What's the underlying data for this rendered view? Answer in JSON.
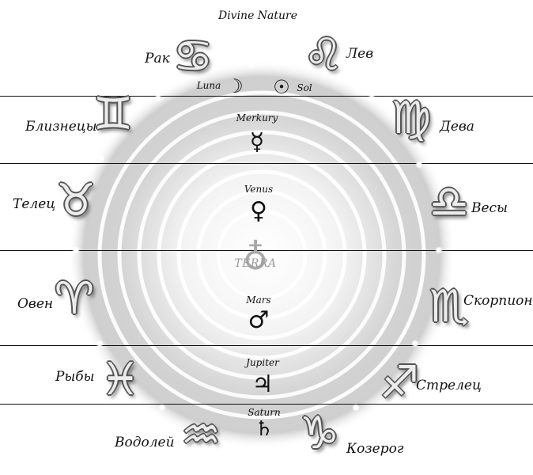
{
  "title": "Divine Nature",
  "zodiac": [
    {
      "key": "cancer",
      "label": "Рак",
      "glyph": "♋"
    },
    {
      "key": "leo",
      "label": "Лев",
      "glyph": "♌"
    },
    {
      "key": "gemini",
      "label": "Близнецы",
      "glyph": "♊"
    },
    {
      "key": "virgo",
      "label": "Дева",
      "glyph": "♍"
    },
    {
      "key": "taurus",
      "label": "Телец",
      "glyph": "♉"
    },
    {
      "key": "libra",
      "label": "Весы",
      "glyph": "♎"
    },
    {
      "key": "aries",
      "label": "Овен",
      "glyph": "♈"
    },
    {
      "key": "scorpio",
      "label": "Скорпион",
      "glyph": "♏"
    },
    {
      "key": "pisces",
      "label": "Рыбы",
      "glyph": "♓"
    },
    {
      "key": "sagittarius",
      "label": "Стрелец",
      "glyph": "♐"
    },
    {
      "key": "aquarius",
      "label": "Водолей",
      "glyph": "♒"
    },
    {
      "key": "capricorn",
      "label": "Козерог",
      "glyph": "♑"
    }
  ],
  "planets": [
    {
      "key": "luna",
      "label": "Luna",
      "glyph": "☽"
    },
    {
      "key": "sol",
      "label": "Sol",
      "glyph": "☉"
    },
    {
      "key": "mercury",
      "label": "Merkury",
      "glyph": "☿"
    },
    {
      "key": "venus",
      "label": "Venus",
      "glyph": "♀"
    },
    {
      "key": "terra",
      "label": "TERRA",
      "glyph": "♁"
    },
    {
      "key": "mars",
      "label": "Mars",
      "glyph": "♂"
    },
    {
      "key": "jupiter",
      "label": "Jupiter",
      "glyph": "♃"
    },
    {
      "key": "saturn",
      "label": "Saturn",
      "glyph": "♄"
    }
  ],
  "colors": {
    "ink": "#111111",
    "terra": "#9a9a9a",
    "zodiac_fill": "#ececec",
    "zodiac_outline": "#555555"
  }
}
